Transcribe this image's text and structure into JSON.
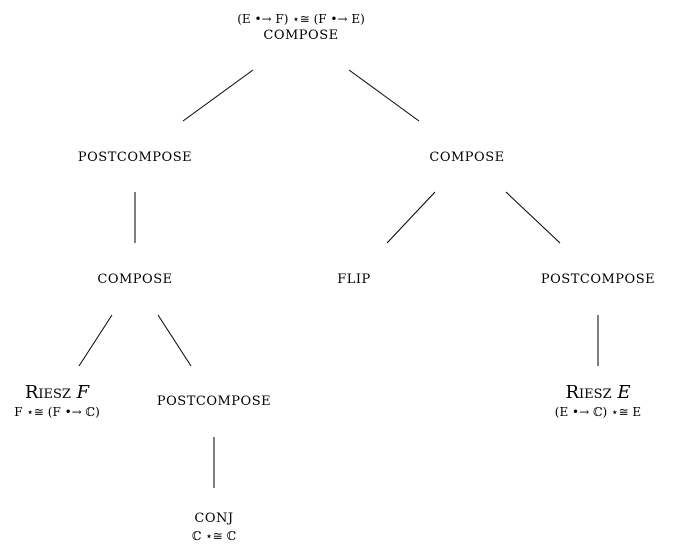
{
  "nodes": {
    "root": {
      "formula": "(E •→ F) ⋆≅ (F •→ E)",
      "label": "COMPOSE"
    },
    "postcompose_left": {
      "label": "POSTCOMPOSE"
    },
    "compose_right": {
      "label": "COMPOSE"
    },
    "compose_left": {
      "label": "COMPOSE"
    },
    "flip": {
      "label": "FLIP"
    },
    "postcompose_right": {
      "label": "POSTCOMPOSE"
    },
    "riesz_f": {
      "label": "Riesz",
      "arg": "F",
      "formula": "F ⋆≅ (F •→ ℂ)"
    },
    "postcompose_mid": {
      "label": "POSTCOMPOSE"
    },
    "riesz_e": {
      "label": "Riesz",
      "arg": "E",
      "formula": "(E •→ ℂ) ⋆≅ E"
    },
    "conj": {
      "label": "CONJ",
      "formula": "ℂ ⋆≅ ℂ"
    }
  }
}
